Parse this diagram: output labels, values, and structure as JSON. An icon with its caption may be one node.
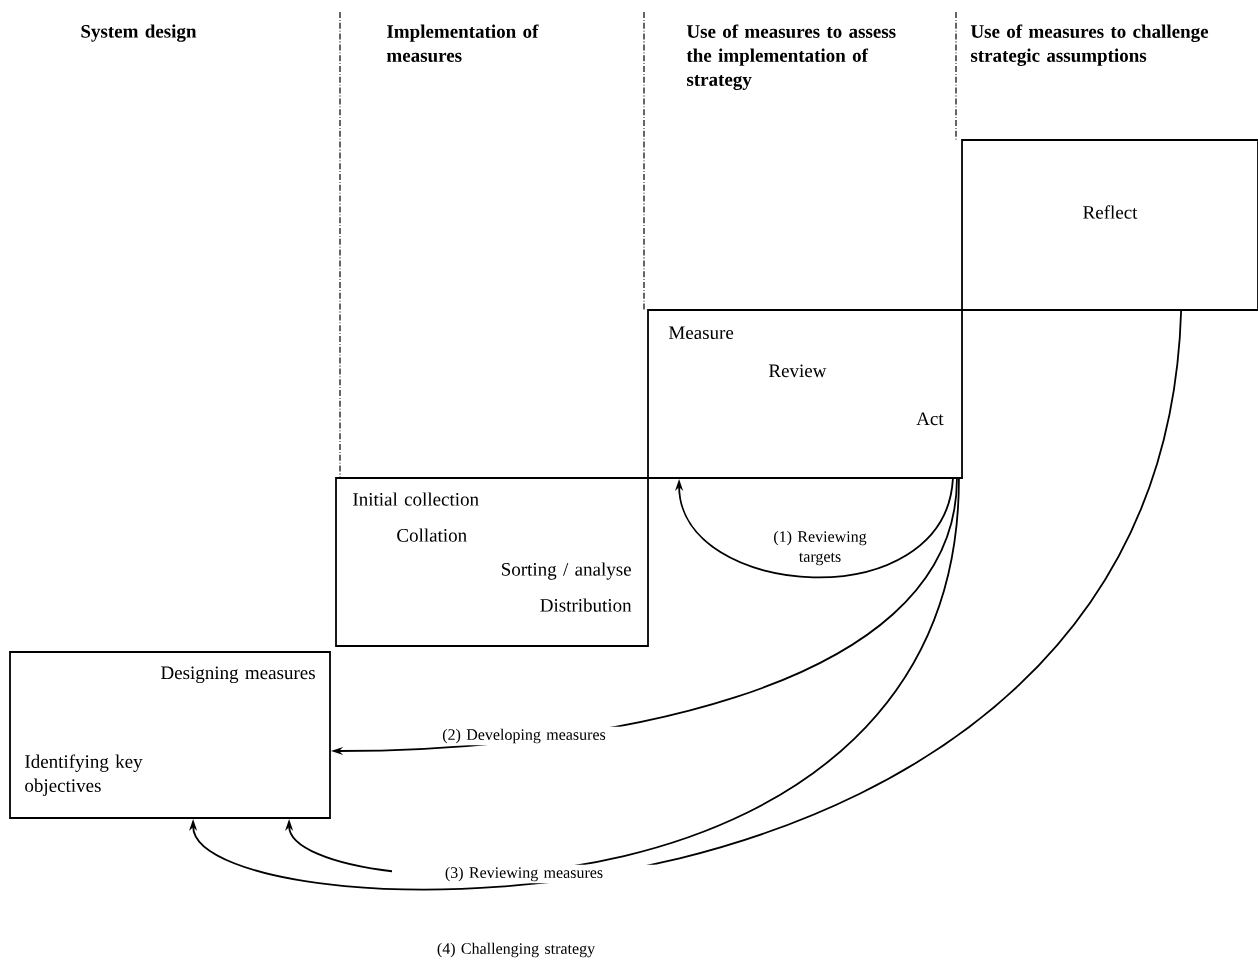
{
  "diagram": {
    "nodes": [
      {
        "text": [
          "Designing measures",
          "Identifying key objectives"
        ]
      },
      {
        "text": [
          "Initial collection",
          "Collation",
          "Sorting / analyse",
          "Distribution"
        ]
      },
      {
        "text": [
          "Measure",
          "Review",
          "Act"
        ]
      },
      {
        "text": [
          "Reflect"
        ]
      }
    ],
    "edges": [
      {
        "from": 2,
        "to": 2,
        "arrow": "to",
        "label": "(1) Reviewing targets"
      },
      {
        "from": 2,
        "to": 0,
        "arrow": "to",
        "label": "(2) Developing measures"
      },
      {
        "from": 2,
        "to": 0,
        "arrow": "to",
        "label": "(3) Reviewing measures"
      },
      {
        "from": 3,
        "to": 0,
        "arrow": "to",
        "label": "(4) Challenging strategy"
      }
    ],
    "labels": [
      "System design",
      "Implementation of measures",
      "Use of measures to assess the implementation of strategy",
      "Use of measures to challenge strategic assumptions"
    ]
  }
}
